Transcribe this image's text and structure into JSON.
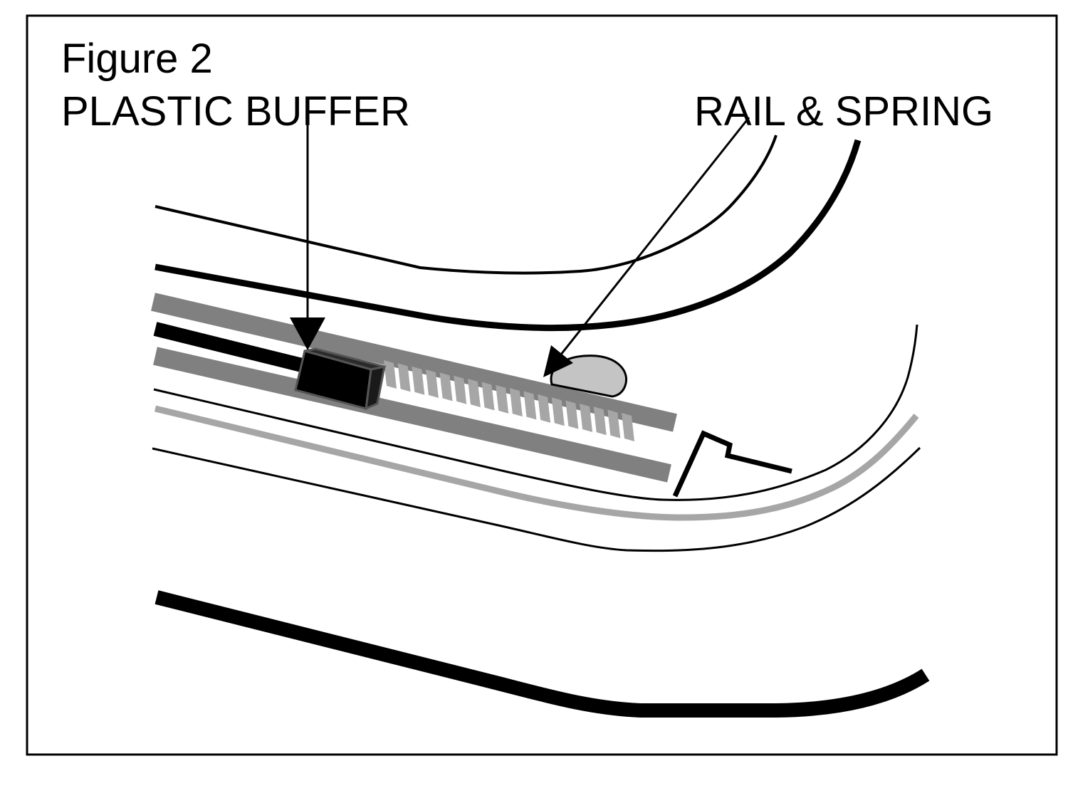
{
  "figure": {
    "number_label": "Figure 2"
  },
  "callouts": {
    "plastic_buffer": "PLASTIC BUFFER",
    "rail_and_spring": "RAIL & SPRING"
  },
  "colors": {
    "ink": "#000000",
    "rail_gray": "#808080",
    "spring_gray": "#a6a6a6",
    "light_gray": "#c4c4c4",
    "background": "#ffffff"
  }
}
